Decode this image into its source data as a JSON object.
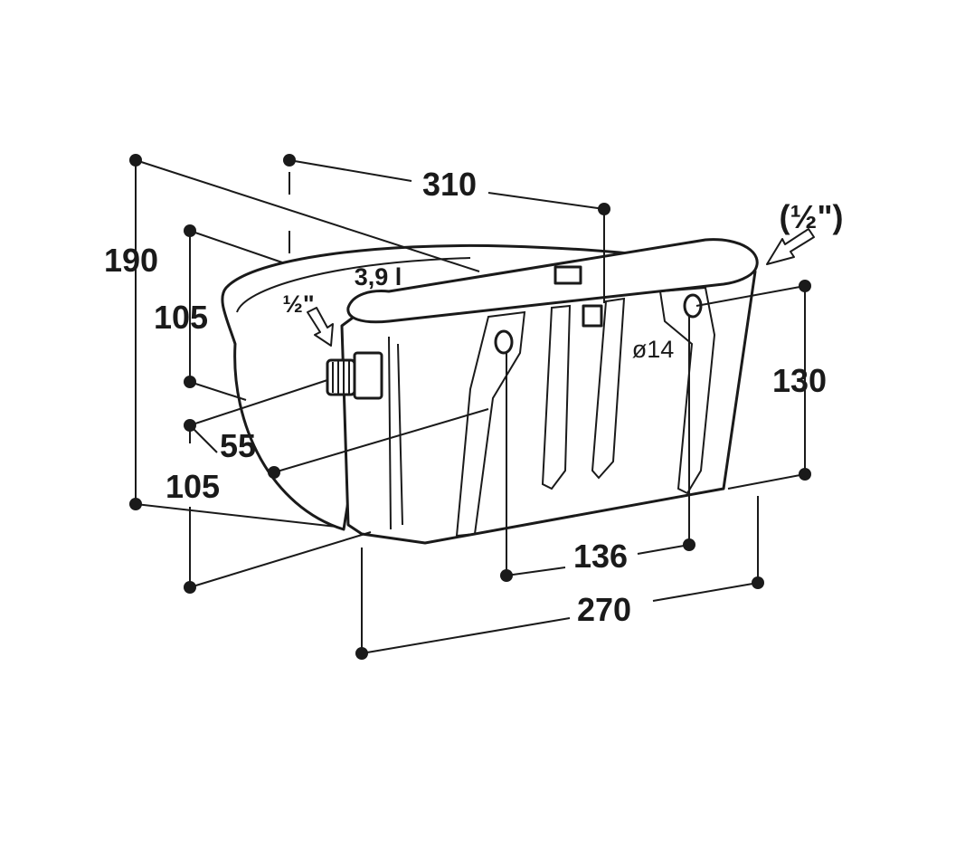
{
  "dimensions": {
    "width_top": "310",
    "height_total": "190",
    "height_upper": "105",
    "height_lower": "105",
    "inlet_offset": "55",
    "mount_height": "130",
    "hole_spacing": "136",
    "width_bottom": "270",
    "hole_diameter": "ø14"
  },
  "labels": {
    "volume": "3,9 l",
    "inlet_thread": "½\"",
    "alt_inlet_thread": "(½\")"
  }
}
